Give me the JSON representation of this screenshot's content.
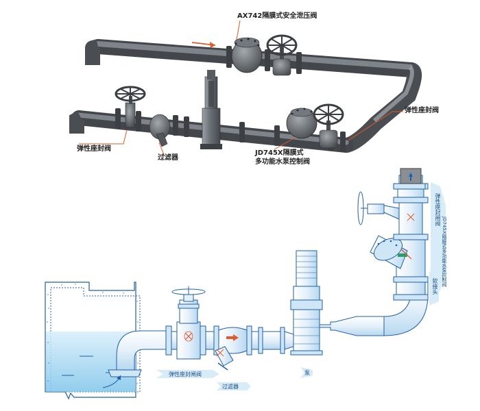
{
  "top": {
    "labels": {
      "safety_valve": "AX742隔膜式安全泄压阀",
      "seal_valve_left": "弹性座封阀",
      "strainer": "过滤器",
      "control_valve_line1": "JD745X隔膜式",
      "control_valve_line2": "多功能水泵控制阀",
      "seal_valve_right": "弹性座封阀"
    }
  },
  "bottom": {
    "labels": {
      "seal_gate_valve": "弹性座封闸阀",
      "strainer": "过滤器",
      "pump": "泵",
      "vert_seal_gate_valve": "弹性座封闸阀",
      "vert_control_valve": "JD745X隔膜式多功能水泵控制阀",
      "vert_reducer": "软接头"
    }
  },
  "colors": {
    "pipe_dark": "#5d6166",
    "pipe_light": "#9aa0a6",
    "outline_blue": "#1f5fa8",
    "water": "#9fd3ef",
    "accent_red": "#e05a2a"
  }
}
